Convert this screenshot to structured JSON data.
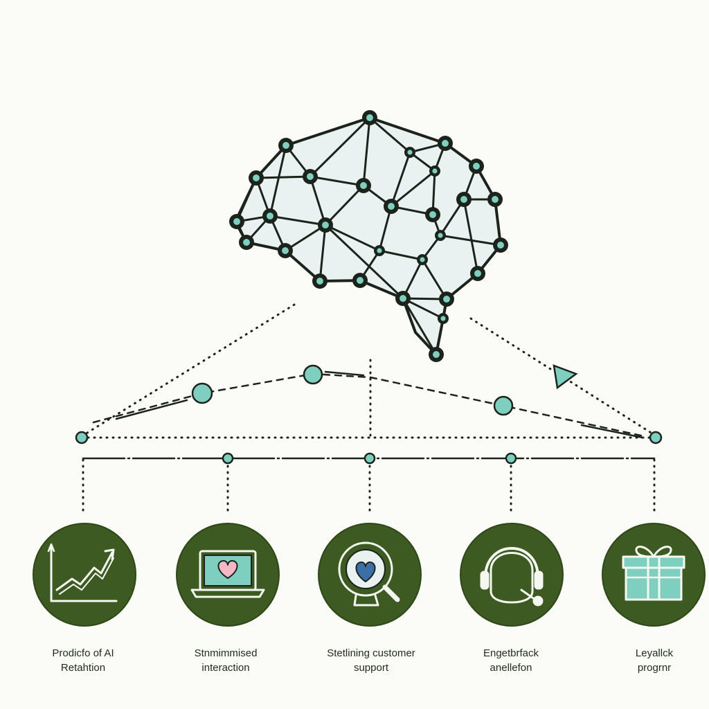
{
  "palette": {
    "circle_fill": "#3c5a21",
    "circle_stroke": "#2e4718",
    "accent_teal": "#7fcfc0",
    "line_dark": "#1b231b",
    "brain_fill": "#e9f2f1",
    "heart_pink": "#f5b7c3",
    "heart_blue": "#3b6fa5",
    "background": "#fbfcf8"
  },
  "diagram": {
    "central_node": {
      "icon": "brain-network-icon"
    },
    "items": [
      {
        "id": "predictive",
        "icon": "line-chart-icon",
        "label_line1": "Prodicfo of AI",
        "label_line2": "Retahtion"
      },
      {
        "id": "interaction",
        "icon": "laptop-heart-icon",
        "label_line1": "Stnmimmised",
        "label_line2": "interaction"
      },
      {
        "id": "support",
        "icon": "magnifier-heart-icon",
        "label_line1": "Stetlining customer",
        "label_line2": "support"
      },
      {
        "id": "feedback",
        "icon": "headset-icon",
        "label_line1": "Engetbrfack",
        "label_line2": "anellefon"
      },
      {
        "id": "loyalty",
        "icon": "gift-box-icon",
        "label_line1": "Leyallck",
        "label_line2": "progrnr"
      }
    ]
  }
}
